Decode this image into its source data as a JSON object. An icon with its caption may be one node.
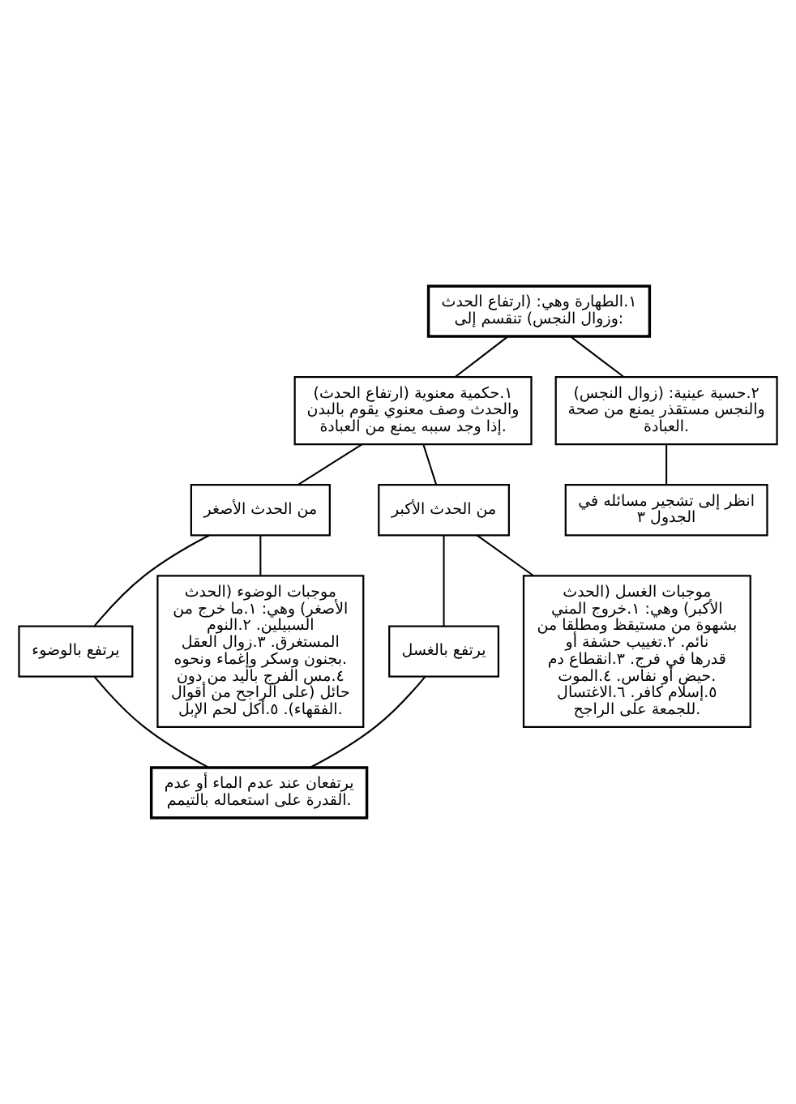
{
  "diagram": {
    "nodes": [
      {
        "text": [
          "١.الطهارة وهي: (ارتفاع الحدث وزوال النجس) تنقسم إلى:"
        ]
      },
      {
        "text": [
          "١.حكمية معنوية (ارتفاع الحدث) والحدث وصف معنوي يقوم بالبدن إذا وجد سببه يمنع من العبادة."
        ]
      },
      {
        "text": [
          "٢.حسية عينية: (زوال النجس) والنجس مستقذر يمنع من صحة العبادة."
        ]
      },
      {
        "text": [
          "انظر إلى تشجير مسائله في الجدول ٣"
        ]
      },
      {
        "text": [
          "من الحدث الأصغر"
        ]
      },
      {
        "text": [
          "من الحدث الأكبر"
        ]
      },
      {
        "text": [
          "يرتفع بالوضوء"
        ]
      },
      {
        "text": [
          "يرتفع بالغسل"
        ]
      },
      {
        "text": [
          "موجبات الوضوء (الحدث الأصغر) وهي: ١.ما خرج من السبيلين. ٢.النوم المستغرق. ٣.زوال العقل بجنون وسكر وإغماء ونحوه. ٤.مس الفرج باليد من دون حائل (على الراجح من أقوال الفقهاء). ٥.أكل لحم الإبل."
        ]
      },
      {
        "text": [
          "موجبات الغسل (الحدث الأكبر) وهي: ١.خروج المني بشهوة من مستيقظ ومطلقا من نائم. ٢.تغييب حشفة أو قدرها في فرج. ٣.انقطاع دم حيض أو نفاس. ٤.الموت. ٥.إسلام كافر. ٦.الاغتسال للجمعة على الراجح."
        ]
      },
      {
        "text": [
          "يرتفعان عند عدم الماء أو عدم القدرة على استعماله بالتيمم."
        ]
      }
    ],
    "edges": [
      {
        "from": 0,
        "to": 1,
        "arrow": "none"
      },
      {
        "from": 0,
        "to": 2,
        "arrow": "none"
      },
      {
        "from": 2,
        "to": 3,
        "arrow": "none"
      },
      {
        "from": 1,
        "to": 4,
        "arrow": "none"
      },
      {
        "from": 1,
        "to": 5,
        "arrow": "none"
      },
      {
        "from": 4,
        "to": 6,
        "arrow": "none"
      },
      {
        "from": 5,
        "to": 7,
        "arrow": "none"
      },
      {
        "from": 4,
        "to": 8,
        "arrow": "none"
      },
      {
        "from": 5,
        "to": 9,
        "arrow": "none"
      },
      {
        "from": 6,
        "to": 10,
        "arrow": "none"
      },
      {
        "from": 7,
        "to": 10,
        "arrow": "none"
      }
    ]
  }
}
